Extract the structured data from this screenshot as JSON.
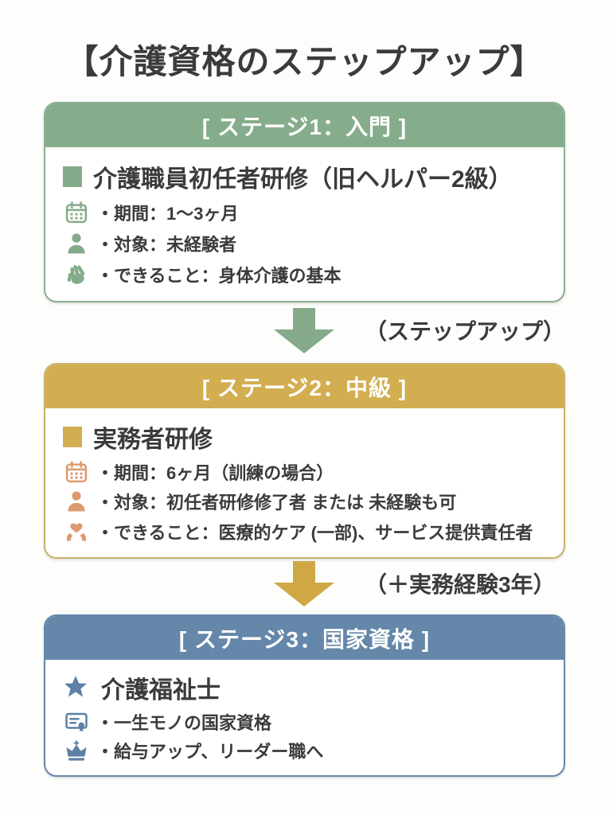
{
  "page": {
    "title": "【介護資格のステップアップ】",
    "background_color": "#fdfdfb",
    "text_color": "#3b3b3b"
  },
  "stages": [
    {
      "header_label": "[ ステージ1：入門 ]",
      "header_color": "#85ad8b",
      "border_color": "#8aae90",
      "icon_color": "#85ab8a",
      "title": "介護職員初任者研修（旧ヘルパー2級）",
      "rows": [
        {
          "icon": "calendar-icon",
          "text": "・期間：1〜3ヶ月"
        },
        {
          "icon": "person-icon",
          "text": "・対象：未経験者"
        },
        {
          "icon": "waving-hand-icon",
          "text": "・できること：身体介護の基本"
        }
      ]
    },
    {
      "header_label": "[ ステージ2：中級 ]",
      "header_color": "#d2ae51",
      "border_color": "#c9b36a",
      "icon_color": "#dd9a6e",
      "title": "実務者研修",
      "rows": [
        {
          "icon": "calendar-icon",
          "text": "・期間：6ヶ月（訓練の場合）"
        },
        {
          "icon": "person-icon",
          "text": "・対象：初任者研修修了者 または 未経験も可"
        },
        {
          "icon": "heart-hands-icon",
          "text": "・できること：医療的ケア (一部)、サービス提供責任者"
        }
      ]
    },
    {
      "header_label": "[ ステージ3：国家資格 ]",
      "header_color": "#6487aa",
      "border_color": "#6487aa",
      "icon_color": "#5d80a5",
      "title": "介護福祉士",
      "rows": [
        {
          "icon": "certificate-icon",
          "text": "・一生モノの国家資格"
        },
        {
          "icon": "crown-icon",
          "text": "・給与アップ、リーダー職へ"
        }
      ]
    }
  ],
  "arrows": [
    {
      "label": "（ステップアップ）",
      "color": "#85ab8a"
    },
    {
      "label": "（＋実務経験3年）",
      "color": "#cfa845"
    }
  ]
}
